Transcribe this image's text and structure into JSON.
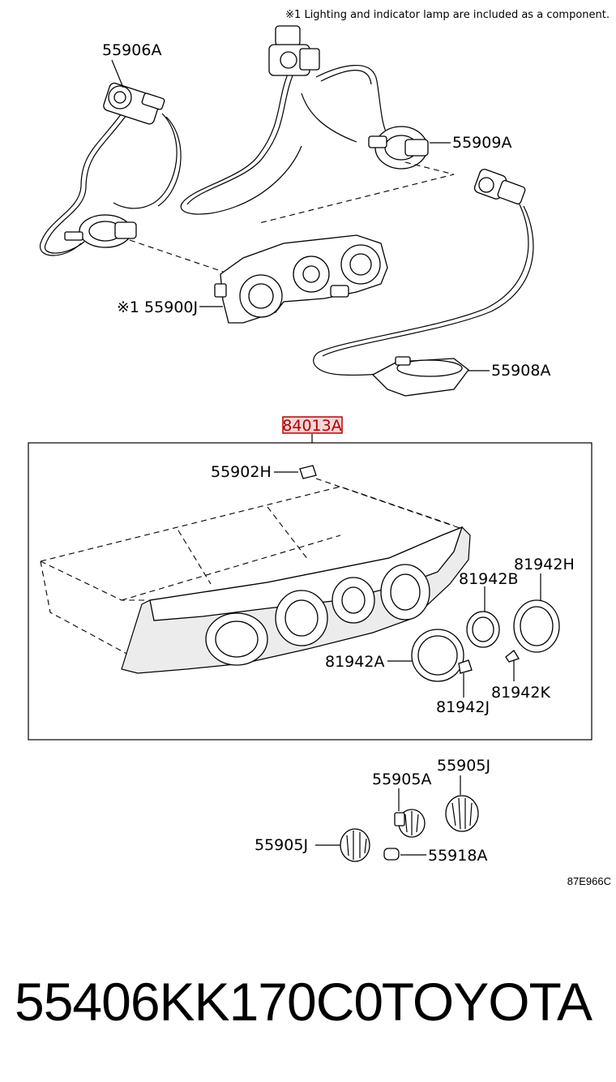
{
  "note": "※1 Lighting and indicator lamp are included as a component.",
  "callouts": {
    "p55906A": "55906A",
    "p55909A": "55909A",
    "p55900J": "※1 55900J",
    "p55908A": "55908A",
    "p84013A": "84013A",
    "p55902H": "55902H",
    "p81942B": "81942B",
    "p81942H": "81942H",
    "p81942A": "81942A",
    "p81942J": "81942J",
    "p81942K": "81942K",
    "p55905A": "55905A",
    "p55905J_top": "55905J",
    "p55905J_left": "55905J",
    "p55918A": "55918A"
  },
  "diagram_code": "87E966C",
  "footer": {
    "part_number": "55406KK170C0",
    "brand": "TOYOTA"
  },
  "colors": {
    "highlight_fill": "#f6d6d6",
    "highlight_stroke": "#c00000"
  }
}
